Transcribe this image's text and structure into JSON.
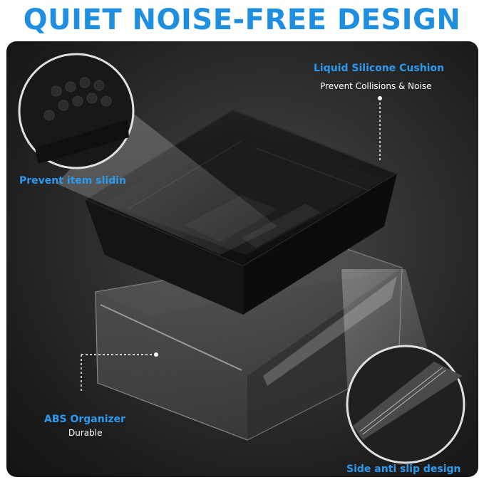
{
  "headline": "QUIET NOISE-FREE DESIGN",
  "callouts": {
    "cushion": {
      "title": "Liquid Silicone Cushion",
      "subtitle": "Prevent Collisions & Noise"
    },
    "slide": {
      "title": "Prevent item slidin"
    },
    "abs": {
      "title": "ABS Organizer",
      "subtitle": "Durable"
    },
    "antislip": {
      "title": "Side anti slip design"
    }
  },
  "colors": {
    "accent": "#2a9bf0",
    "headline": "#1e8fe0",
    "panel_dark": "#1a1a1a",
    "text_light": "#ffffff"
  }
}
